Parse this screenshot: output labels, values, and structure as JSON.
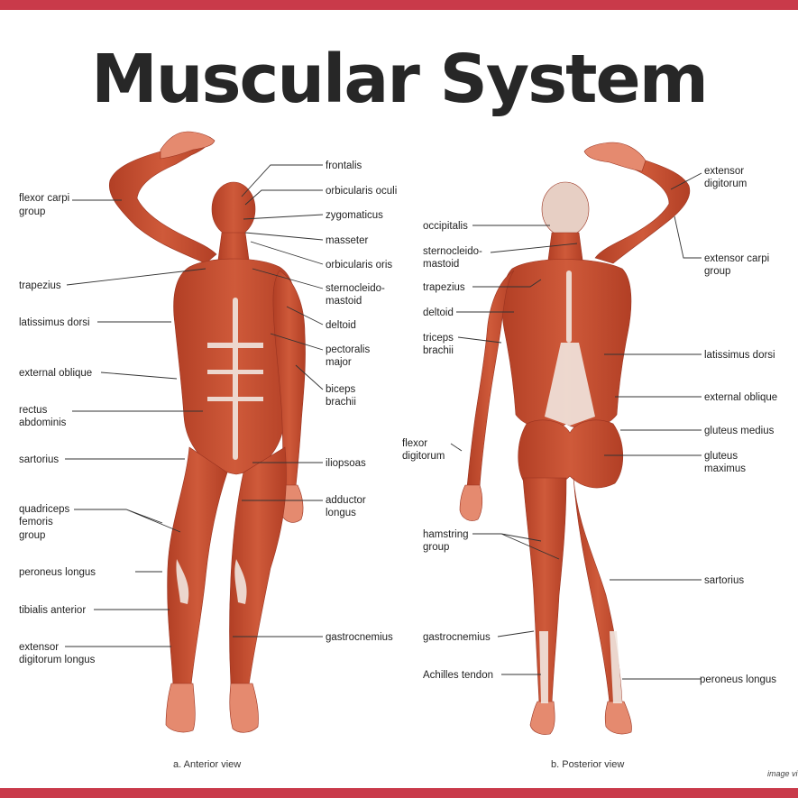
{
  "title": "Muscular System",
  "colors": {
    "frame": "#c93a4a",
    "muscle": "#cf5a3a",
    "muscle_dark": "#b23f25",
    "tendon": "#f1e6df"
  },
  "anterior": {
    "caption": "a. Anterior view",
    "labels": {
      "flexor_carpi": [
        "flexor carpi",
        "group"
      ],
      "trapezius": [
        "trapezius"
      ],
      "latissimus_dorsi": [
        "latissimus dorsi"
      ],
      "external_oblique": [
        "external oblique"
      ],
      "rectus_abdominis": [
        "rectus",
        "abdominis"
      ],
      "sartorius": [
        "sartorius"
      ],
      "quadriceps": [
        "quadriceps",
        "femoris",
        "group"
      ],
      "peroneus_longus": [
        "peroneus longus"
      ],
      "tibialis_anterior": [
        "tibialis anterior"
      ],
      "extensor_digitorum_longus": [
        "extensor",
        "digitorum longus"
      ],
      "frontalis": [
        "frontalis"
      ],
      "orbicularis_oculi": [
        "orbicularis oculi"
      ],
      "zygomaticus": [
        "zygomaticus"
      ],
      "masseter": [
        "masseter"
      ],
      "orbicularis_oris": [
        "orbicularis oris"
      ],
      "sternocleidomastoid": [
        "sternocleido-",
        "mastoid"
      ],
      "deltoid": [
        "deltoid"
      ],
      "pectoralis_major": [
        "pectoralis",
        "major"
      ],
      "biceps_brachii": [
        "biceps",
        "brachii"
      ],
      "iliopsoas": [
        "iliopsoas"
      ],
      "adductor_longus": [
        "adductor",
        "longus"
      ],
      "gastrocnemius": [
        "gastrocnemius"
      ]
    }
  },
  "posterior": {
    "caption": "b. Posterior view",
    "labels": {
      "occipitalis": [
        "occipitalis"
      ],
      "sternocleidomastoid": [
        "sternocleido-",
        "mastoid"
      ],
      "trapezius": [
        "trapezius"
      ],
      "deltoid": [
        "deltoid"
      ],
      "triceps_brachii": [
        "triceps",
        "brachii"
      ],
      "flexor_digitorum": [
        "flexor",
        "digitorum"
      ],
      "hamstring": [
        "hamstring",
        "group"
      ],
      "gastrocnemius": [
        "gastrocnemius"
      ],
      "achilles": [
        "Achilles tendon"
      ],
      "extensor_digitorum": [
        "extensor",
        "digitorum"
      ],
      "extensor_carpi": [
        "extensor carpi",
        "group"
      ],
      "latissimus_dorsi": [
        "latissimus dorsi"
      ],
      "external_oblique": [
        "external oblique"
      ],
      "gluteus_medius": [
        "gluteus medius"
      ],
      "gluteus_maximus": [
        "gluteus",
        "maximus"
      ],
      "sartorius": [
        "sartorius"
      ],
      "peroneus_longus": [
        "peroneus longus"
      ]
    }
  },
  "credit": "image vi"
}
